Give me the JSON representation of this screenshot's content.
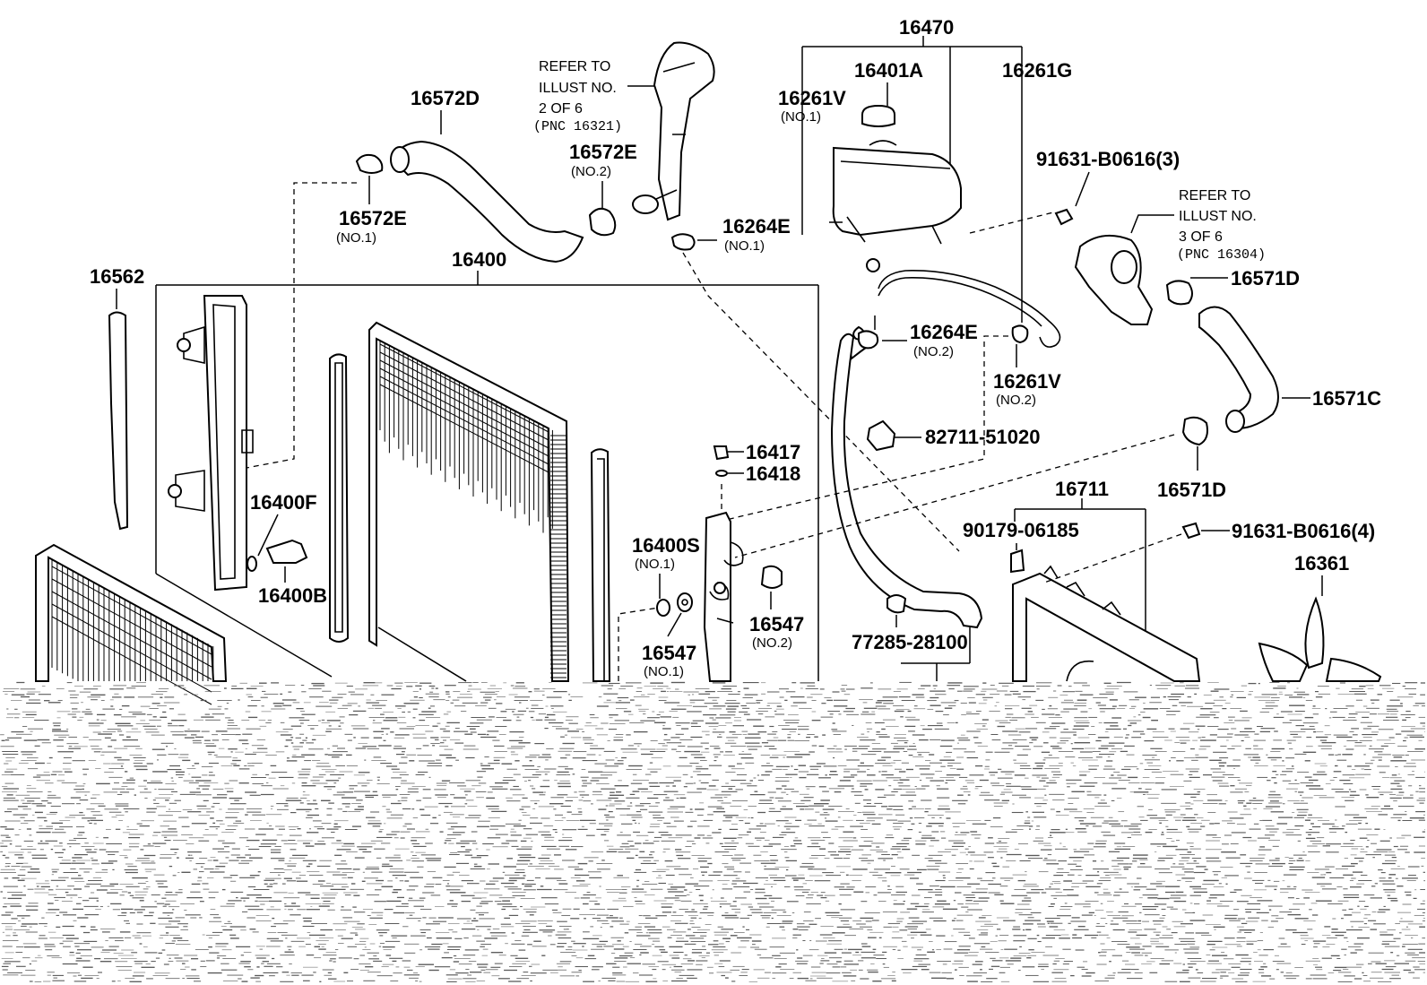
{
  "labels": {
    "p16470": "16470",
    "p16401A": "16401A",
    "p16261V_a": "16261V",
    "p16261V_a_sub": "(NO.1)",
    "p16261G": "16261G",
    "p16572D": "16572D",
    "p16572E_a": "16572E",
    "p16572E_a_sub": "(NO.1)",
    "p16572E_b": "16572E",
    "p16572E_b_sub": "(NO.2)",
    "p16264E_a": "16264E",
    "p16264E_a_sub": "(NO.1)",
    "p16264E_b": "16264E",
    "p16264E_b_sub": "(NO.2)",
    "p16261V_b": "16261V",
    "p16261V_b_sub": "(NO.2)",
    "p91631_3": "91631-B0616(3)",
    "p16571D_a": "16571D",
    "p16571C": "16571C",
    "p16571D_b": "16571D",
    "p82711": "82711-51020",
    "p16562": "16562",
    "p16400": "16400",
    "p16400F": "16400F",
    "p16400B": "16400B",
    "p16417": "16417",
    "p16418": "16418",
    "p16400S": "16400S",
    "p16400S_sub": "(NO.1)",
    "p16547_a": "16547",
    "p16547_a_sub": "(NO.1)",
    "p16547_b": "16547",
    "p16547_b_sub": "(NO.2)",
    "p16711": "16711",
    "p90179": "90179-06185",
    "p91631_4": "91631-B0616(4)",
    "p16361": "16361",
    "p77285": "77285-28100"
  },
  "notes": {
    "ref1_l1": "REFER TO",
    "ref1_l2": "ILLUST NO.",
    "ref1_l3": "2 OF 6",
    "ref1_l4": "(PNC 16321)",
    "ref2_l1": "REFER TO",
    "ref2_l2": "ILLUST NO.",
    "ref2_l3": "3 OF 6",
    "ref2_l4": "(PNC 16304)"
  },
  "colors": {
    "ink": "#000000",
    "paper": "#ffffff",
    "noise": "#5a5a5a"
  }
}
